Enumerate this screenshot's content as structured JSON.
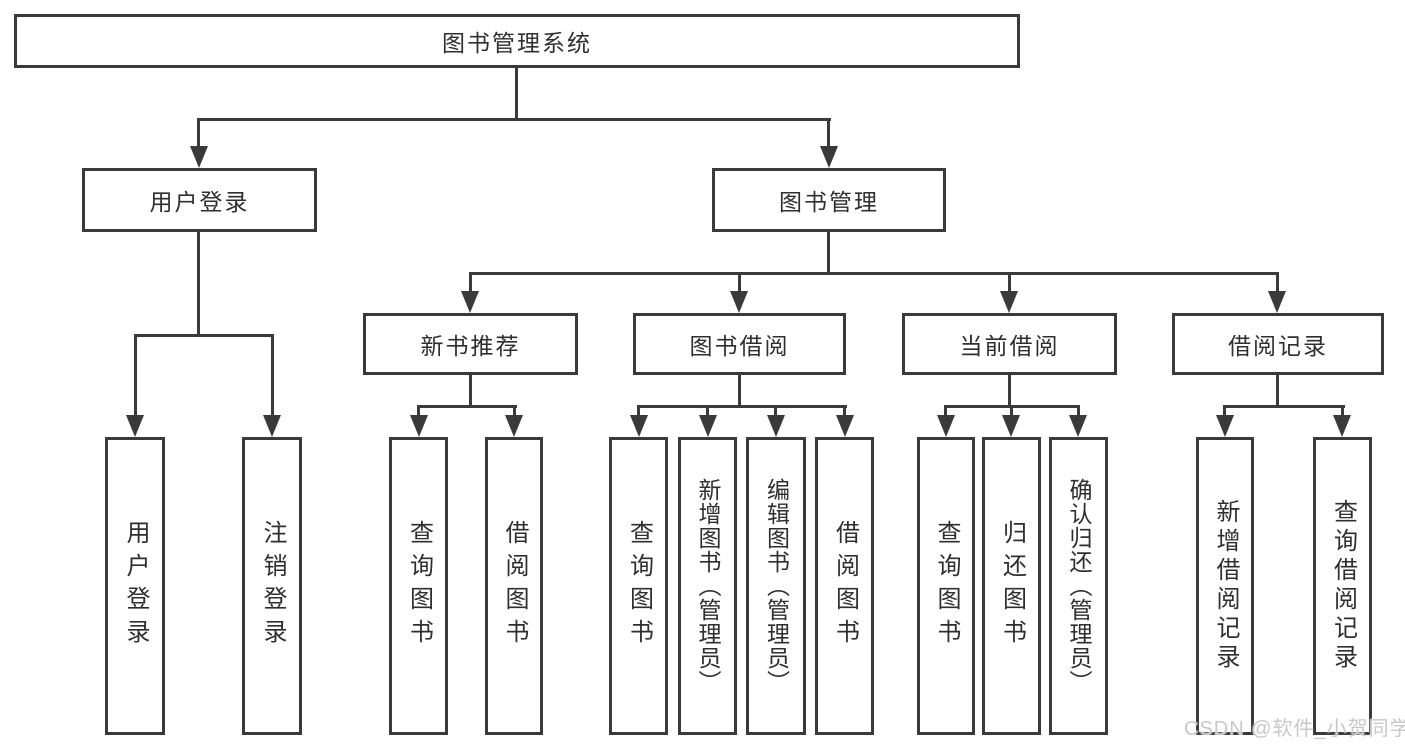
{
  "tree": {
    "label": "图书管理系统",
    "children": [
      {
        "label": "用户登录",
        "children": [
          {
            "label": "用户登录"
          },
          {
            "label": "注销登录"
          }
        ]
      },
      {
        "label": "图书管理",
        "children": [
          {
            "label": "新书推荐",
            "children": [
              {
                "label": "查询图书"
              },
              {
                "label": "借阅图书"
              }
            ]
          },
          {
            "label": "图书借阅",
            "children": [
              {
                "label": "查询图书"
              },
              {
                "label": "新增图书（管理员）"
              },
              {
                "label": "编辑图书（管理员）"
              },
              {
                "label": "借阅图书"
              }
            ]
          },
          {
            "label": "当前借阅",
            "children": [
              {
                "label": "查询图书"
              },
              {
                "label": "归还图书"
              },
              {
                "label": "确认归还（管理员）"
              }
            ]
          },
          {
            "label": "借阅记录",
            "children": [
              {
                "label": "新增借阅记录"
              },
              {
                "label": "查询借阅记录"
              }
            ]
          }
        ]
      }
    ]
  },
  "watermark": {
    "text": "CSDN @软件_小贺同学"
  },
  "colors": {
    "line": "#3a3a3a",
    "text": "#2f2f2f",
    "background": "#ffffff",
    "watermark": "#c8c8c8"
  }
}
